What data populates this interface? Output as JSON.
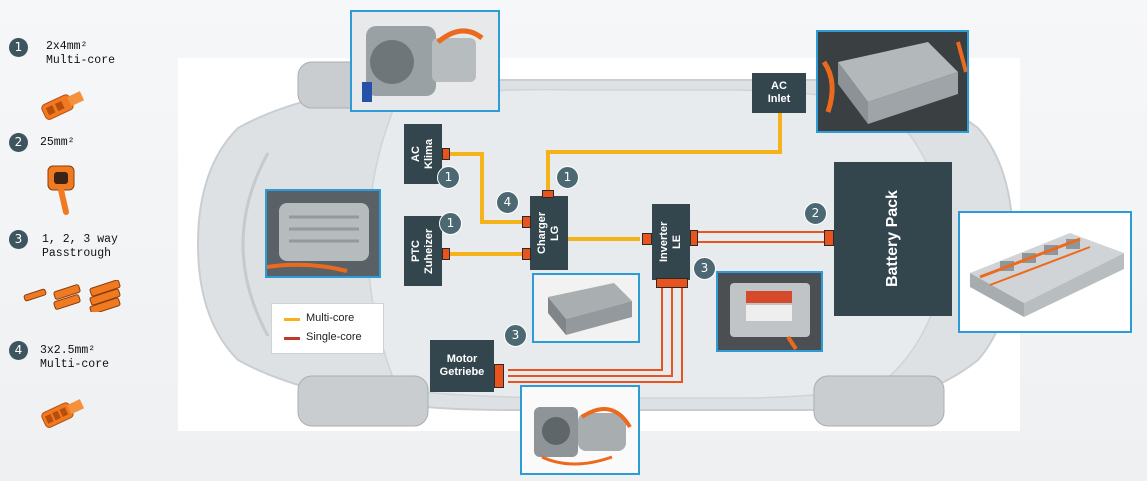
{
  "legend_list": [
    {
      "num": "1",
      "text": "2x4mm²\nMulti-core"
    },
    {
      "num": "2",
      "text": "25mm²"
    },
    {
      "num": "3",
      "text": "1, 2, 3 way\nPasstrough"
    },
    {
      "num": "4",
      "text": "3x2.5mm²\nMulti-core"
    }
  ],
  "boxes": {
    "ac_inlet": "AC\nInlet",
    "ac_klima": "AC\nKlima",
    "ptc": "PTC\nZuheizer",
    "charger": "Charger\nLG",
    "inverter": "Inverter\nLE",
    "battery": "Battery Pack",
    "motor": "Motor\nGetriebe"
  },
  "badges": {
    "klima": "1",
    "ptc": "1",
    "charger_top": "1",
    "charger_left": "4",
    "battery_link": "2",
    "inverter": "3",
    "motor": "3"
  },
  "cable_legend": {
    "multi": "Multi-core",
    "single": "Single-core"
  },
  "colors": {
    "multi_core": "#f5b31b",
    "single_core": "#e9541e",
    "box": "#33464e",
    "photo_border": "#2d9bd6"
  }
}
